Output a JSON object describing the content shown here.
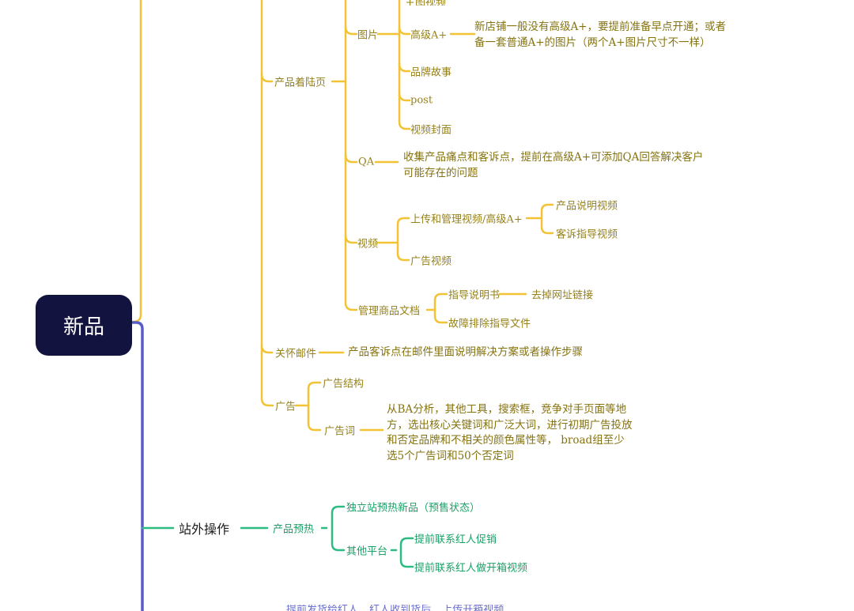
{
  "colors": {
    "yellow_branch_line": "#f2c335",
    "yellow_node_text": "#96811b",
    "note_text": "#857311",
    "green_branch_line": "#2cbc82",
    "green_node_text": "#1aa167",
    "purple_branch_line": "#585cc6",
    "root_background": "#131340",
    "root_text": "#ffffff",
    "offsite_text": "#1c1c1c"
  },
  "root": {
    "label": "新品"
  },
  "labels": {
    "product_page": "产品着陆页",
    "images": "图片",
    "premium_aplus": "高级A+",
    "brand_story": "品牌故事",
    "post": "post",
    "video_cover": "视频封面",
    "qa": "QA",
    "video": "视频",
    "upload_video": "上传和管理视频/高级A+",
    "product_demo_video": "产品说明视频",
    "complaint_guide_video": "客诉指导视频",
    "ad_video": "广告视频",
    "docs": "管理商品文档",
    "manual": "指导说明书",
    "remove_links": "去掉网址链接",
    "troubleshooting": "故障排除指导文件",
    "care_email": "关怀邮件",
    "ads": "广告",
    "ad_structure": "广告结构",
    "ad_words": "广告词",
    "offsite": "站外操作",
    "product_preheat": "产品预热",
    "independent_site": "独立站预热新品（预售状态）",
    "other_platforms": "其他平台",
    "contact_influencer_promo": "提前联系红人促销",
    "contact_influencer_unboxing": "提前联系红人做开箱视频"
  },
  "notes": {
    "premium_aplus": "新店铺一般没有高级A+，要提前准备早点开通；或者\n备一套普通A+的图片（两个A+图片尺寸不一样）",
    "qa": "收集产品痛点和客诉点，提前在高级A+可添加QA回答解决客户\n可能存在的问题",
    "care_email": "产品客诉点在邮件里面说明解决方案或者操作步骤",
    "ad_words": "从BA分析，其他工具，搜索框，竞争对手页面等地\n方，选出核心关键词和广泛大词，进行初期广告投放\n和否定品牌和不相关的颜色属性等， broad组至少\n选5个广告词和50个否定词"
  },
  "clipped": {
    "top_partial": "主图视频",
    "bottom_partial": "提前发货给红人 红人收到货后 上传开箱视频"
  }
}
